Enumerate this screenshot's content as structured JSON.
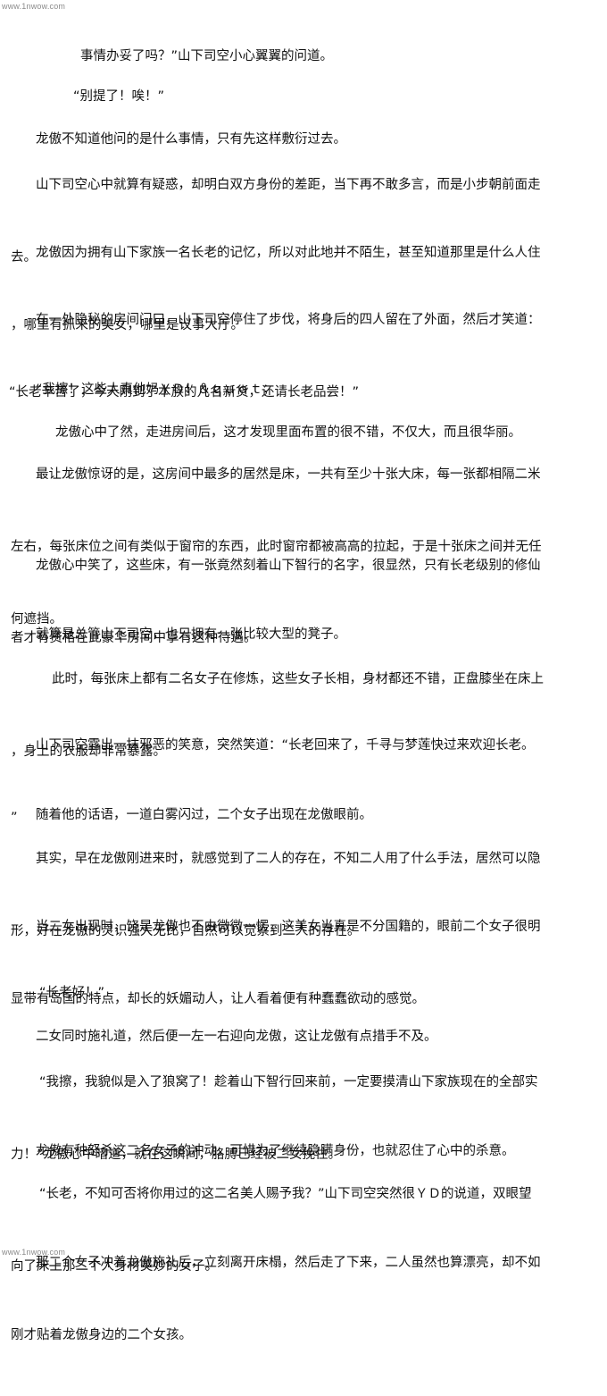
{
  "watermark": {
    "top": "www.1nwow.com",
    "bottom": "www.1nwow.com"
  },
  "paragraphs": [
    {
      "id": "p01",
      "lines": [
        "事情办妥了吗？”山下司空小心翼翼的问道。"
      ]
    },
    {
      "id": "p02",
      "lines": [
        "“别提了！唉！”"
      ]
    },
    {
      "id": "p03",
      "lines": [
        "龙傲不知道他问的是什么事情，只有先这样敷衍过去。"
      ]
    },
    {
      "id": "p04",
      "lines": [
        "山下司空心中就算有疑惑，却明白双方身份的差距，当下再不敢多言，而是小步朝前面走",
        "去。"
      ]
    },
    {
      "id": "p05",
      "lines": [
        "龙傲因为拥有山下家族一名长老的记忆，所以对此地并不陌生，甚至知道那里是什么人住",
        "，哪里有抓来的美女，哪里是议事大厅。"
      ]
    },
    {
      "id": "p06",
      "lines": [
        "在一处隐秘的房间门口，山下司空停住了步伐，将身后的四人留在了外面，然后才笑道：",
        "“长老辛苦了，今天刚到了本族的几名新货，还请长老品尝！”"
      ]
    },
    {
      "id": "p07",
      "lines": [
        "“我擦！这些人真他妈ＹＤ！＆ｑｕｏｔ；"
      ]
    },
    {
      "id": "p08",
      "lines": [
        "龙傲心中了然，走进房间后，这才发现里面布置的很不错，不仅大，而且很华丽。"
      ]
    },
    {
      "id": "p09",
      "lines": [
        "最让龙傲惊讶的是，这房间中最多的居然是床，一共有至少十张大床，每一张都相隔二米",
        "左右，每张床位之间有类似于窗帘的东西，此时窗帘都被高高的拉起，于是十张床之间并无任",
        "何遮挡。"
      ]
    },
    {
      "id": "p10",
      "lines": [
        "龙傲心中笑了，这些床，有一张竟然刻着山下智行的名字，很显然，只有长老级别的修仙",
        "者才有资格在此豪华房间中享有这种待遇。"
      ]
    },
    {
      "id": "p11",
      "lines": [
        "就算是总管山下司空，也只拥有一张比较大型的凳子。"
      ]
    },
    {
      "id": "p12",
      "lines": [
        "此时，每张床上都有二名女子在修炼，这些女子长相，身材都还不错，正盘膝坐在床上",
        "，身上的衣服却非常暴露。"
      ]
    },
    {
      "id": "p13",
      "lines": [
        "山下司空露出一抹邪恶的笑意，突然笑道：“长老回来了，千寻与梦莲快过来欢迎长老。",
        "”"
      ]
    },
    {
      "id": "p14",
      "lines": [
        "随着他的话语，一道白雾闪过，二个女子出现在龙傲眼前。"
      ]
    },
    {
      "id": "p15",
      "lines": [
        "其实，早在龙傲刚进来时，就感觉到了二人的存在，不知二人用了什么手法，居然可以隐",
        "形，好在龙傲的灵识强大无比，自然可以觉察到二人的存在。"
      ]
    },
    {
      "id": "p16",
      "lines": [
        "当二女出现时，饶是龙傲也不由微微一愣，这美女当真是不分国籍的，眼前二个女子很明",
        "显带有岛国的特点，却长的妖媚动人，让人看着便有种蠢蠢欲动的感觉。"
      ]
    },
    {
      "id": "p17",
      "lines": [
        "“长老好！”"
      ]
    },
    {
      "id": "p18",
      "lines": [
        "二女同时施礼道，然后便一左一右迎向龙傲，这让龙傲有点措手不及。"
      ]
    },
    {
      "id": "p19",
      "lines": [
        "“我擦，我貌似是入了狼窝了！趁着山下智行回来前，一定要摸清山下家族现在的全部实",
        "力！”龙傲心中暗道，就在这瞬间，胳膊已经被二女挽住。"
      ]
    },
    {
      "id": "p20",
      "lines": [
        "龙傲有种怒杀这二名女子的冲动，可惜为了继续隐瞒身份，也就忍住了心中的杀意。"
      ]
    },
    {
      "id": "p21",
      "lines": [
        "“长老，不知可否将你用过的这二名美人赐予我？”山下司空突然很ＹＤ的说道，双眼望",
        "向了床上那二个人身材美妙的女子。"
      ]
    },
    {
      "id": "p22",
      "lines": [
        "那二个女子冲着龙傲施礼后，立刻离开床榻，然后走了下来，二人虽然也算漂亮，却不如",
        "刚才贴着龙傲身边的二个女孩。"
      ]
    }
  ]
}
